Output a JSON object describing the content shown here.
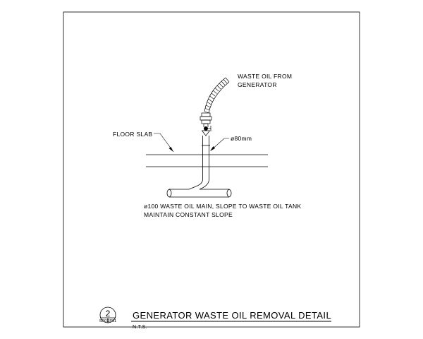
{
  "drawing": {
    "labels": {
      "waste_oil_from_line1": "WASTE OIL FROM",
      "waste_oil_from_line2": "GENERATOR",
      "floor_slab": "FLOOR SLAB",
      "pipe_size": "ø80mm",
      "main_line1": "ø100 WASTE OIL MAIN, SLOPE TO WASTE OIL TANK",
      "main_line2": "MAINTAIN CONSTANT SLOPE"
    }
  },
  "title_block": {
    "detail_number": "2",
    "sheet_ref_left": "SP01",
    "sheet_ref_right": "SP01",
    "title": "GENERATOR WASTE OIL REMOVAL DETAIL",
    "scale": "N.T.S."
  }
}
